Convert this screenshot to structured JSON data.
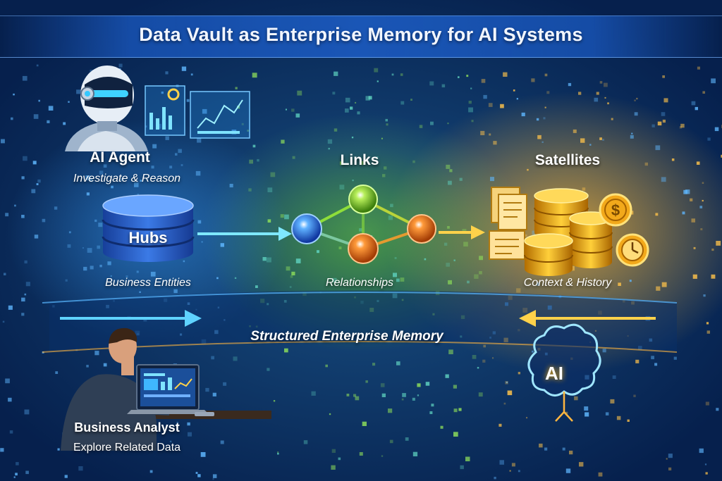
{
  "title": "Data Vault as Enterprise Memory for AI Systems",
  "agent": {
    "name": "AI Agent",
    "task": "Investigate & Reason"
  },
  "hubs": {
    "label": "Hubs",
    "caption": "Business Entities"
  },
  "links": {
    "label": "Links",
    "caption": "Relationships"
  },
  "satellites": {
    "label": "Satellites",
    "caption": "Context & History"
  },
  "memory_label": "Structured Enterprise Memory",
  "analyst": {
    "name": "Business Analyst",
    "task": "Explore Related Data"
  },
  "brain_badge": "AI",
  "currency_symbol": "$",
  "colors": {
    "background": "#07224f",
    "hubs": "#2d6fd9",
    "links_green": "#7ed321",
    "links_orange": "#f07a1a",
    "satellites_gold": "#f2b01e",
    "arrow_cyan": "#5fd3ff",
    "arrow_gold": "#ffd24a"
  },
  "icons": [
    "robot-icon",
    "dashboard-icon",
    "database-icon",
    "node-icon",
    "document-icon",
    "coin-stack-icon",
    "dollar-coin-icon",
    "clock-icon",
    "brain-icon",
    "laptop-icon"
  ]
}
